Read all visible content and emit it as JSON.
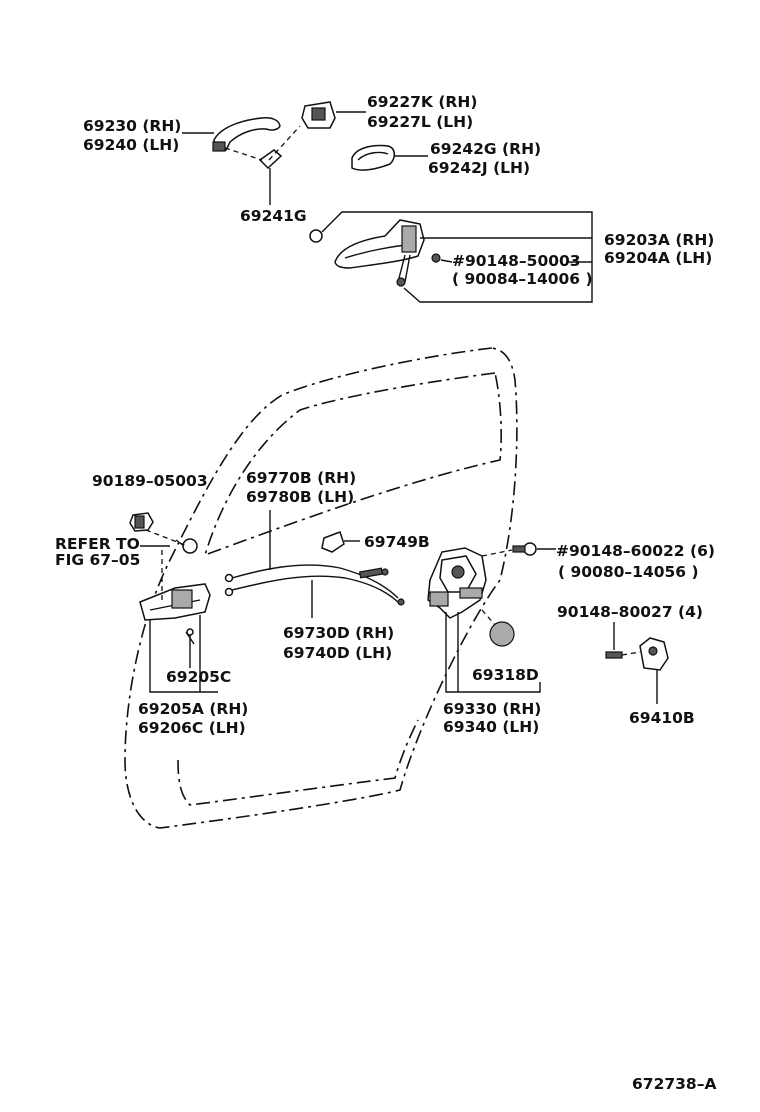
{
  "diagram": {
    "figure_number": "672738–A",
    "labels": {
      "p69230": "69230 (RH)",
      "p69240": "69240 (LH)",
      "p69227K": "69227K (RH)",
      "p69227L": "69227L (LH)",
      "p69242G": "69242G (RH)",
      "p69242J": "69242J (LH)",
      "p69241G": "69241G",
      "p69203A": "69203A (RH)",
      "p69204A": "69204A (LH)",
      "p90148_50003": "#90148–50003",
      "p90084_14006": "( 90084–14006 )",
      "p90189_05003": "90189–05003",
      "refer_line1": "REFER TO",
      "refer_line2": "FIG 67–05",
      "p69770B": "69770B (RH)",
      "p69780B": "69780B (LH)",
      "p69749B": "69749B",
      "p90148_60022": "#90148–60022 (6)",
      "p90080_14056": "( 90080–14056 )",
      "p90148_80027": "90148–80027 (4)",
      "p69730D": "69730D (RH)",
      "p69740D": "69740D (LH)",
      "p69205C": "69205C",
      "p69318D": "69318D",
      "p69205A": "69205A (RH)",
      "p69206C": "69206C (LH)",
      "p69330": "69330 (RH)",
      "p69340": "69340 (LH)",
      "p69410B": "69410B"
    }
  }
}
